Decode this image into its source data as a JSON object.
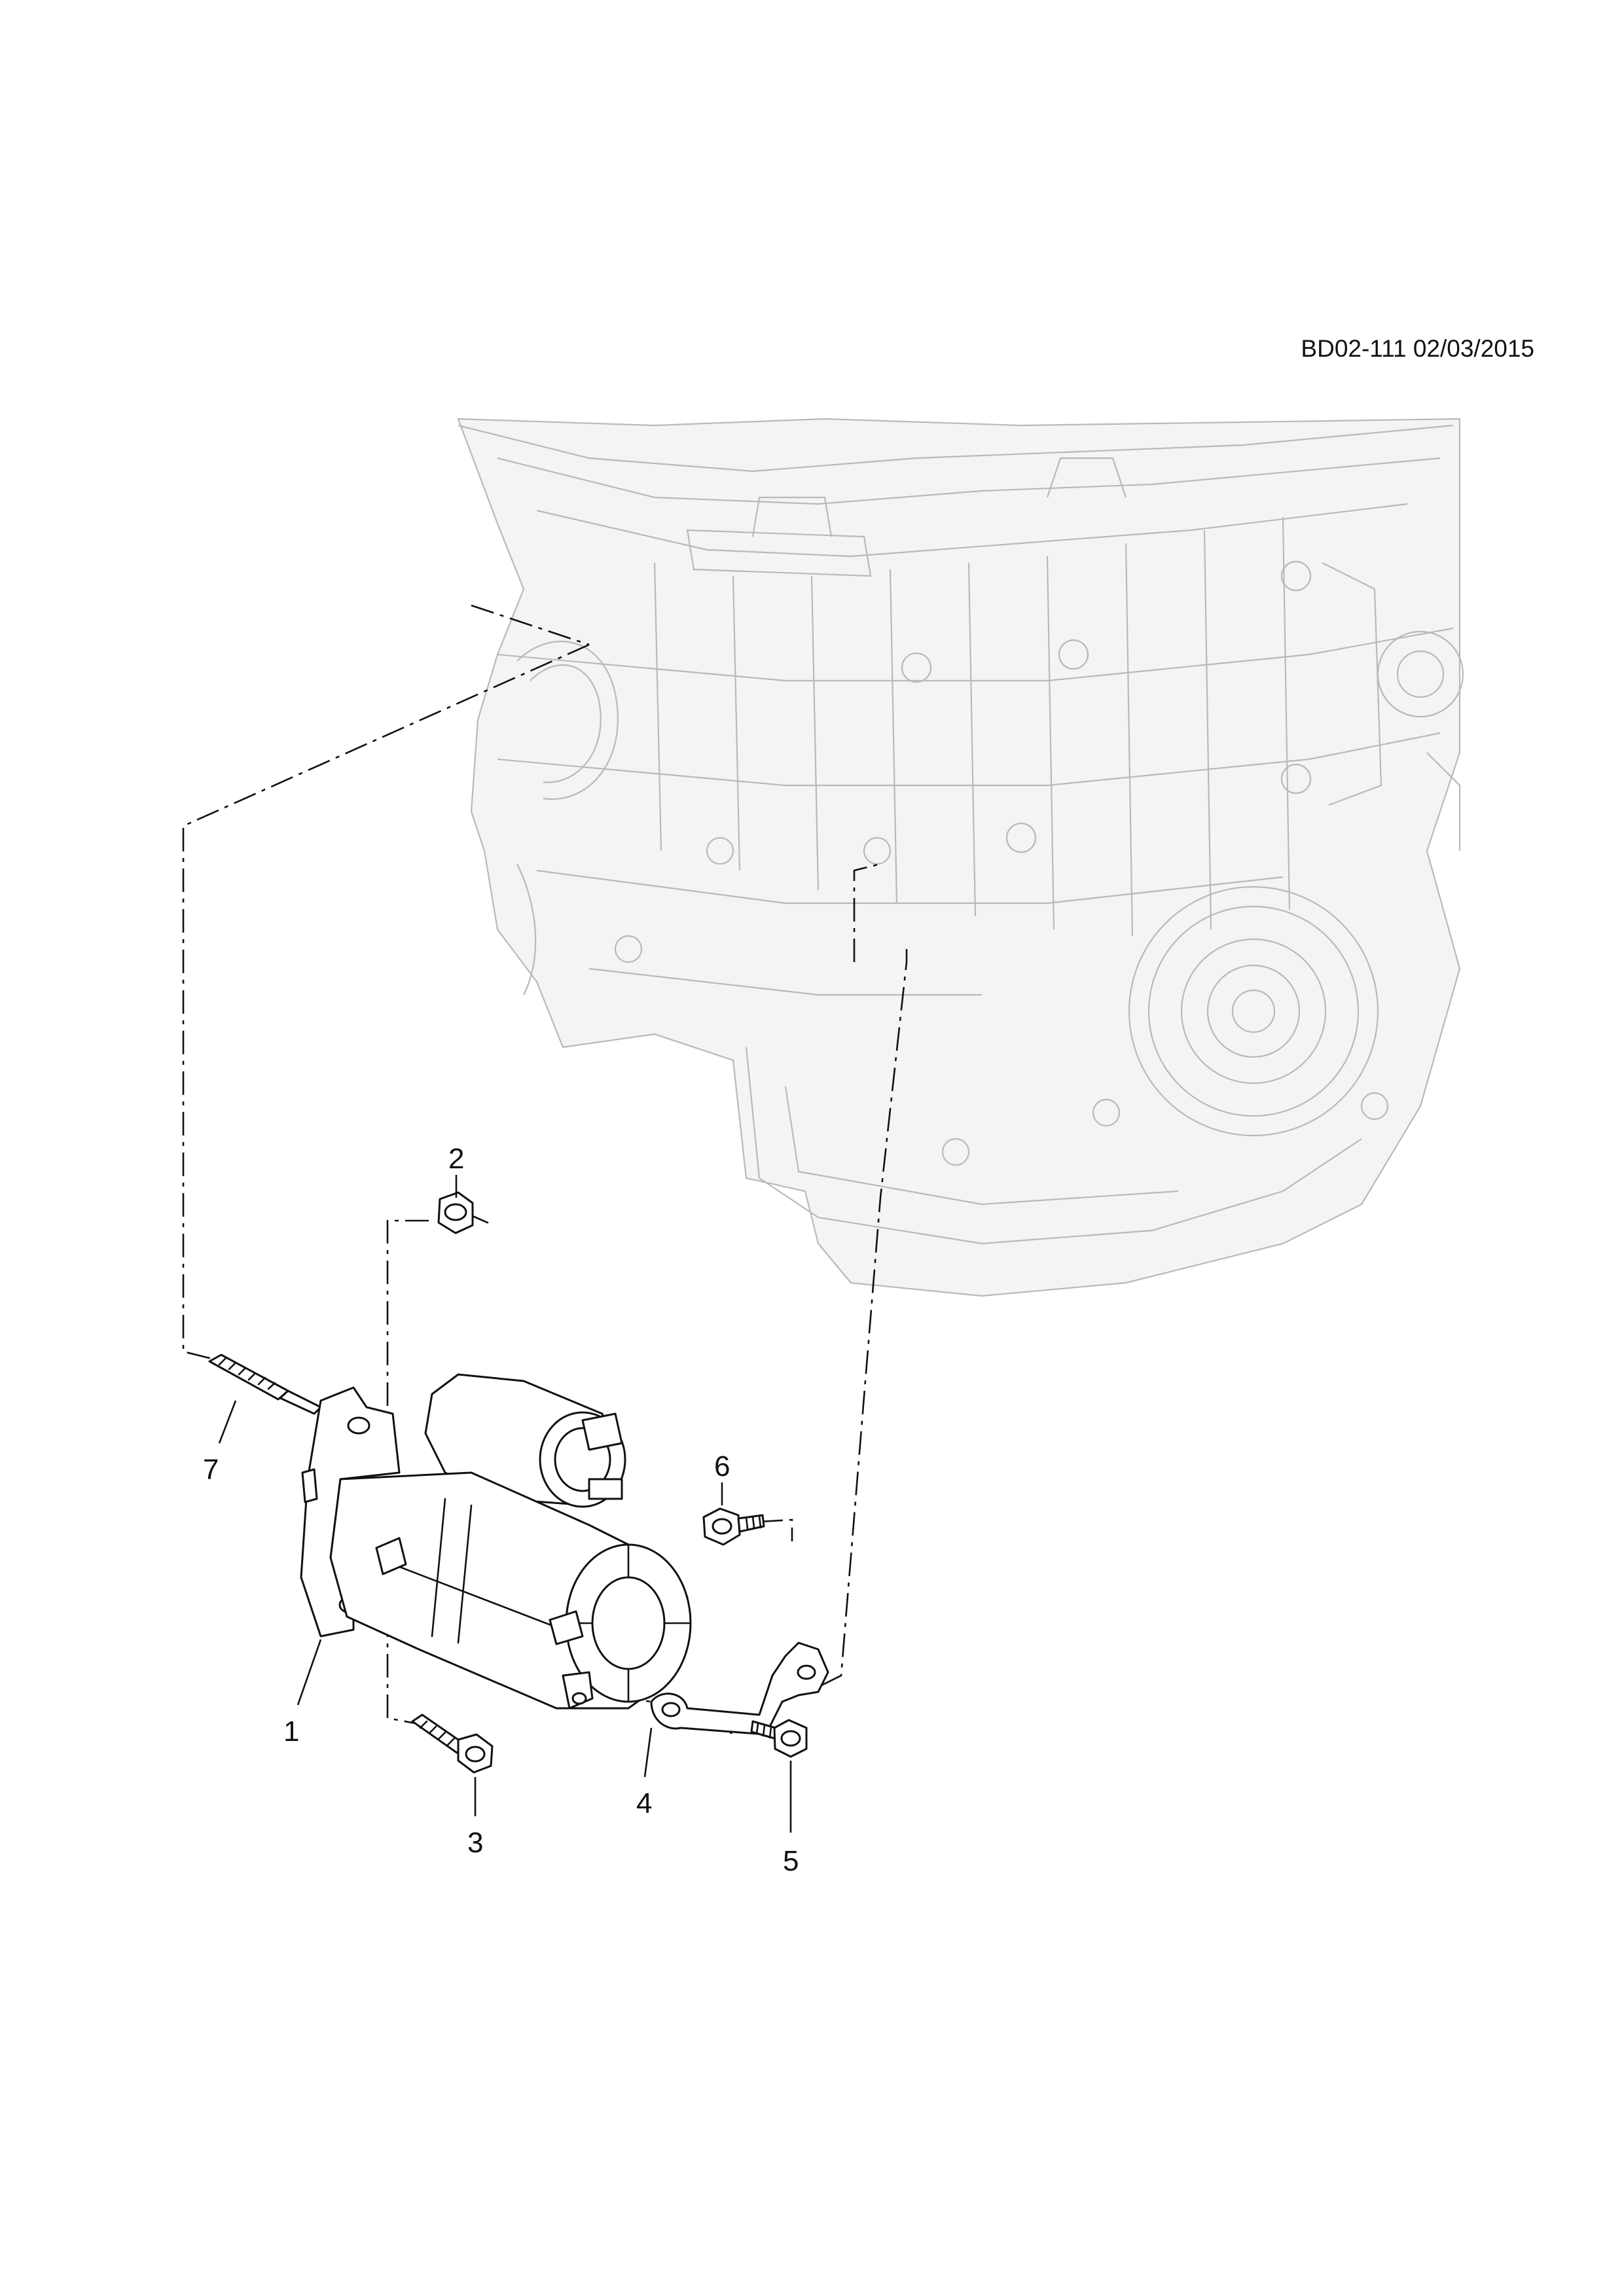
{
  "header": {
    "reference": "BD02-111 02/03/2015"
  },
  "diagram": {
    "subject": "engine block",
    "callouts": [
      {
        "id": "1",
        "label": "1"
      },
      {
        "id": "2",
        "label": "2"
      },
      {
        "id": "3",
        "label": "3"
      },
      {
        "id": "4",
        "label": "4"
      },
      {
        "id": "5",
        "label": "5"
      },
      {
        "id": "6",
        "label": "6"
      },
      {
        "id": "7",
        "label": "7"
      }
    ]
  },
  "colors": {
    "line_art": "#111111",
    "background_engine": "#b9b9b9",
    "paper": "#ffffff"
  }
}
